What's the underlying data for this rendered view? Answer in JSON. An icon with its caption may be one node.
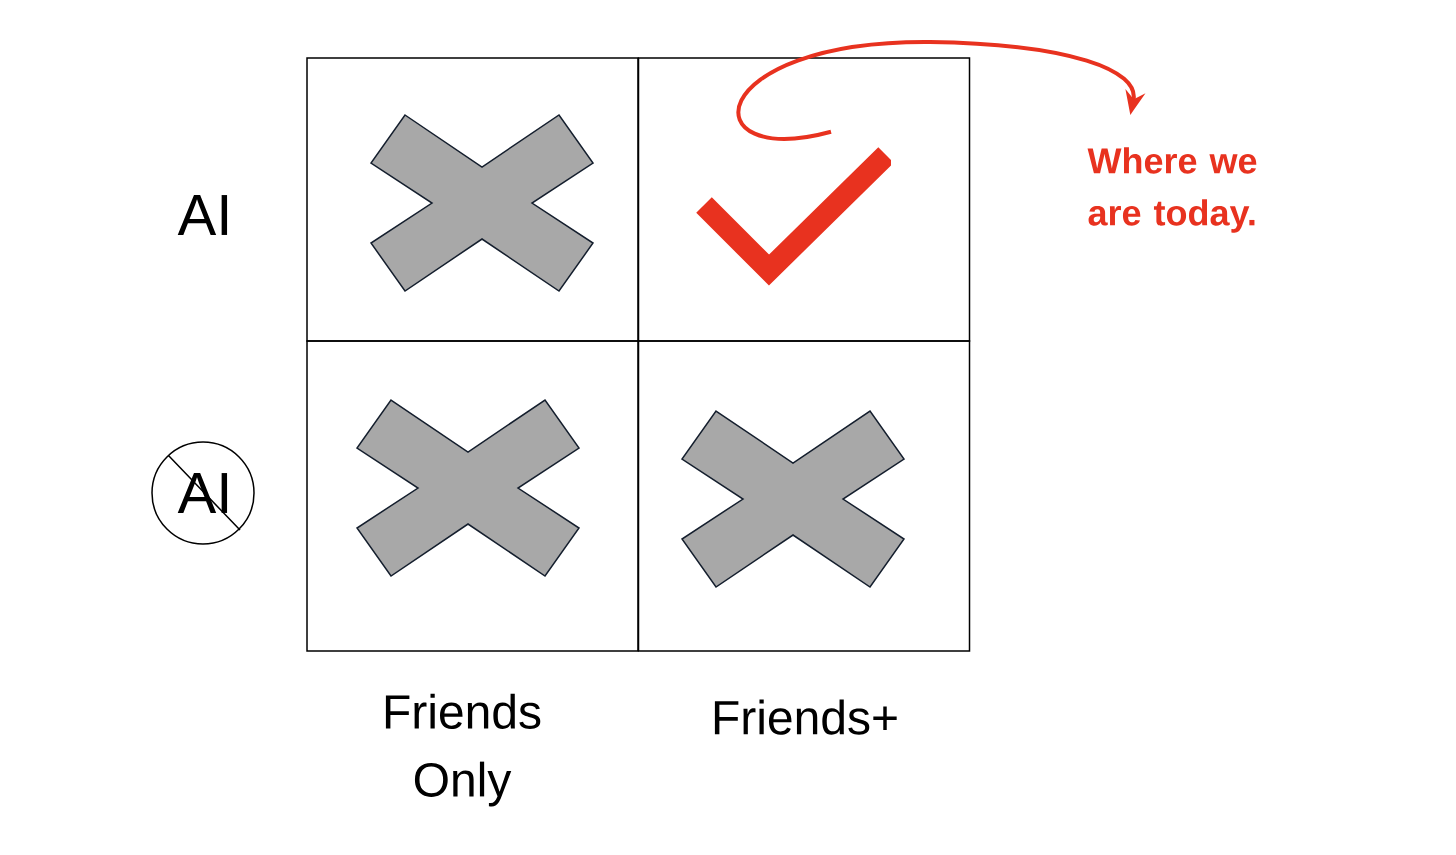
{
  "diagram": {
    "nodes": [
      {
        "text": [],
        "shape": "box"
      },
      {
        "text": [],
        "shape": "cross",
        "in": 0
      },
      {
        "text": [],
        "shape": "box"
      },
      {
        "text": [],
        "shape": "checkmark",
        "in": 2
      },
      {
        "text": [],
        "shape": "box"
      },
      {
        "text": [],
        "shape": "cross",
        "in": 4
      },
      {
        "text": [],
        "shape": "box"
      },
      {
        "text": [],
        "shape": "cross",
        "in": 6
      },
      {
        "text": [
          "Where we are today."
        ]
      }
    ],
    "edges": [
      {
        "from": 3,
        "to": 8,
        "arrow": "to",
        "color": "#e8321f"
      }
    ],
    "labels": [
      "AI",
      "AI",
      "Friends Only",
      "Friends+"
    ]
  }
}
